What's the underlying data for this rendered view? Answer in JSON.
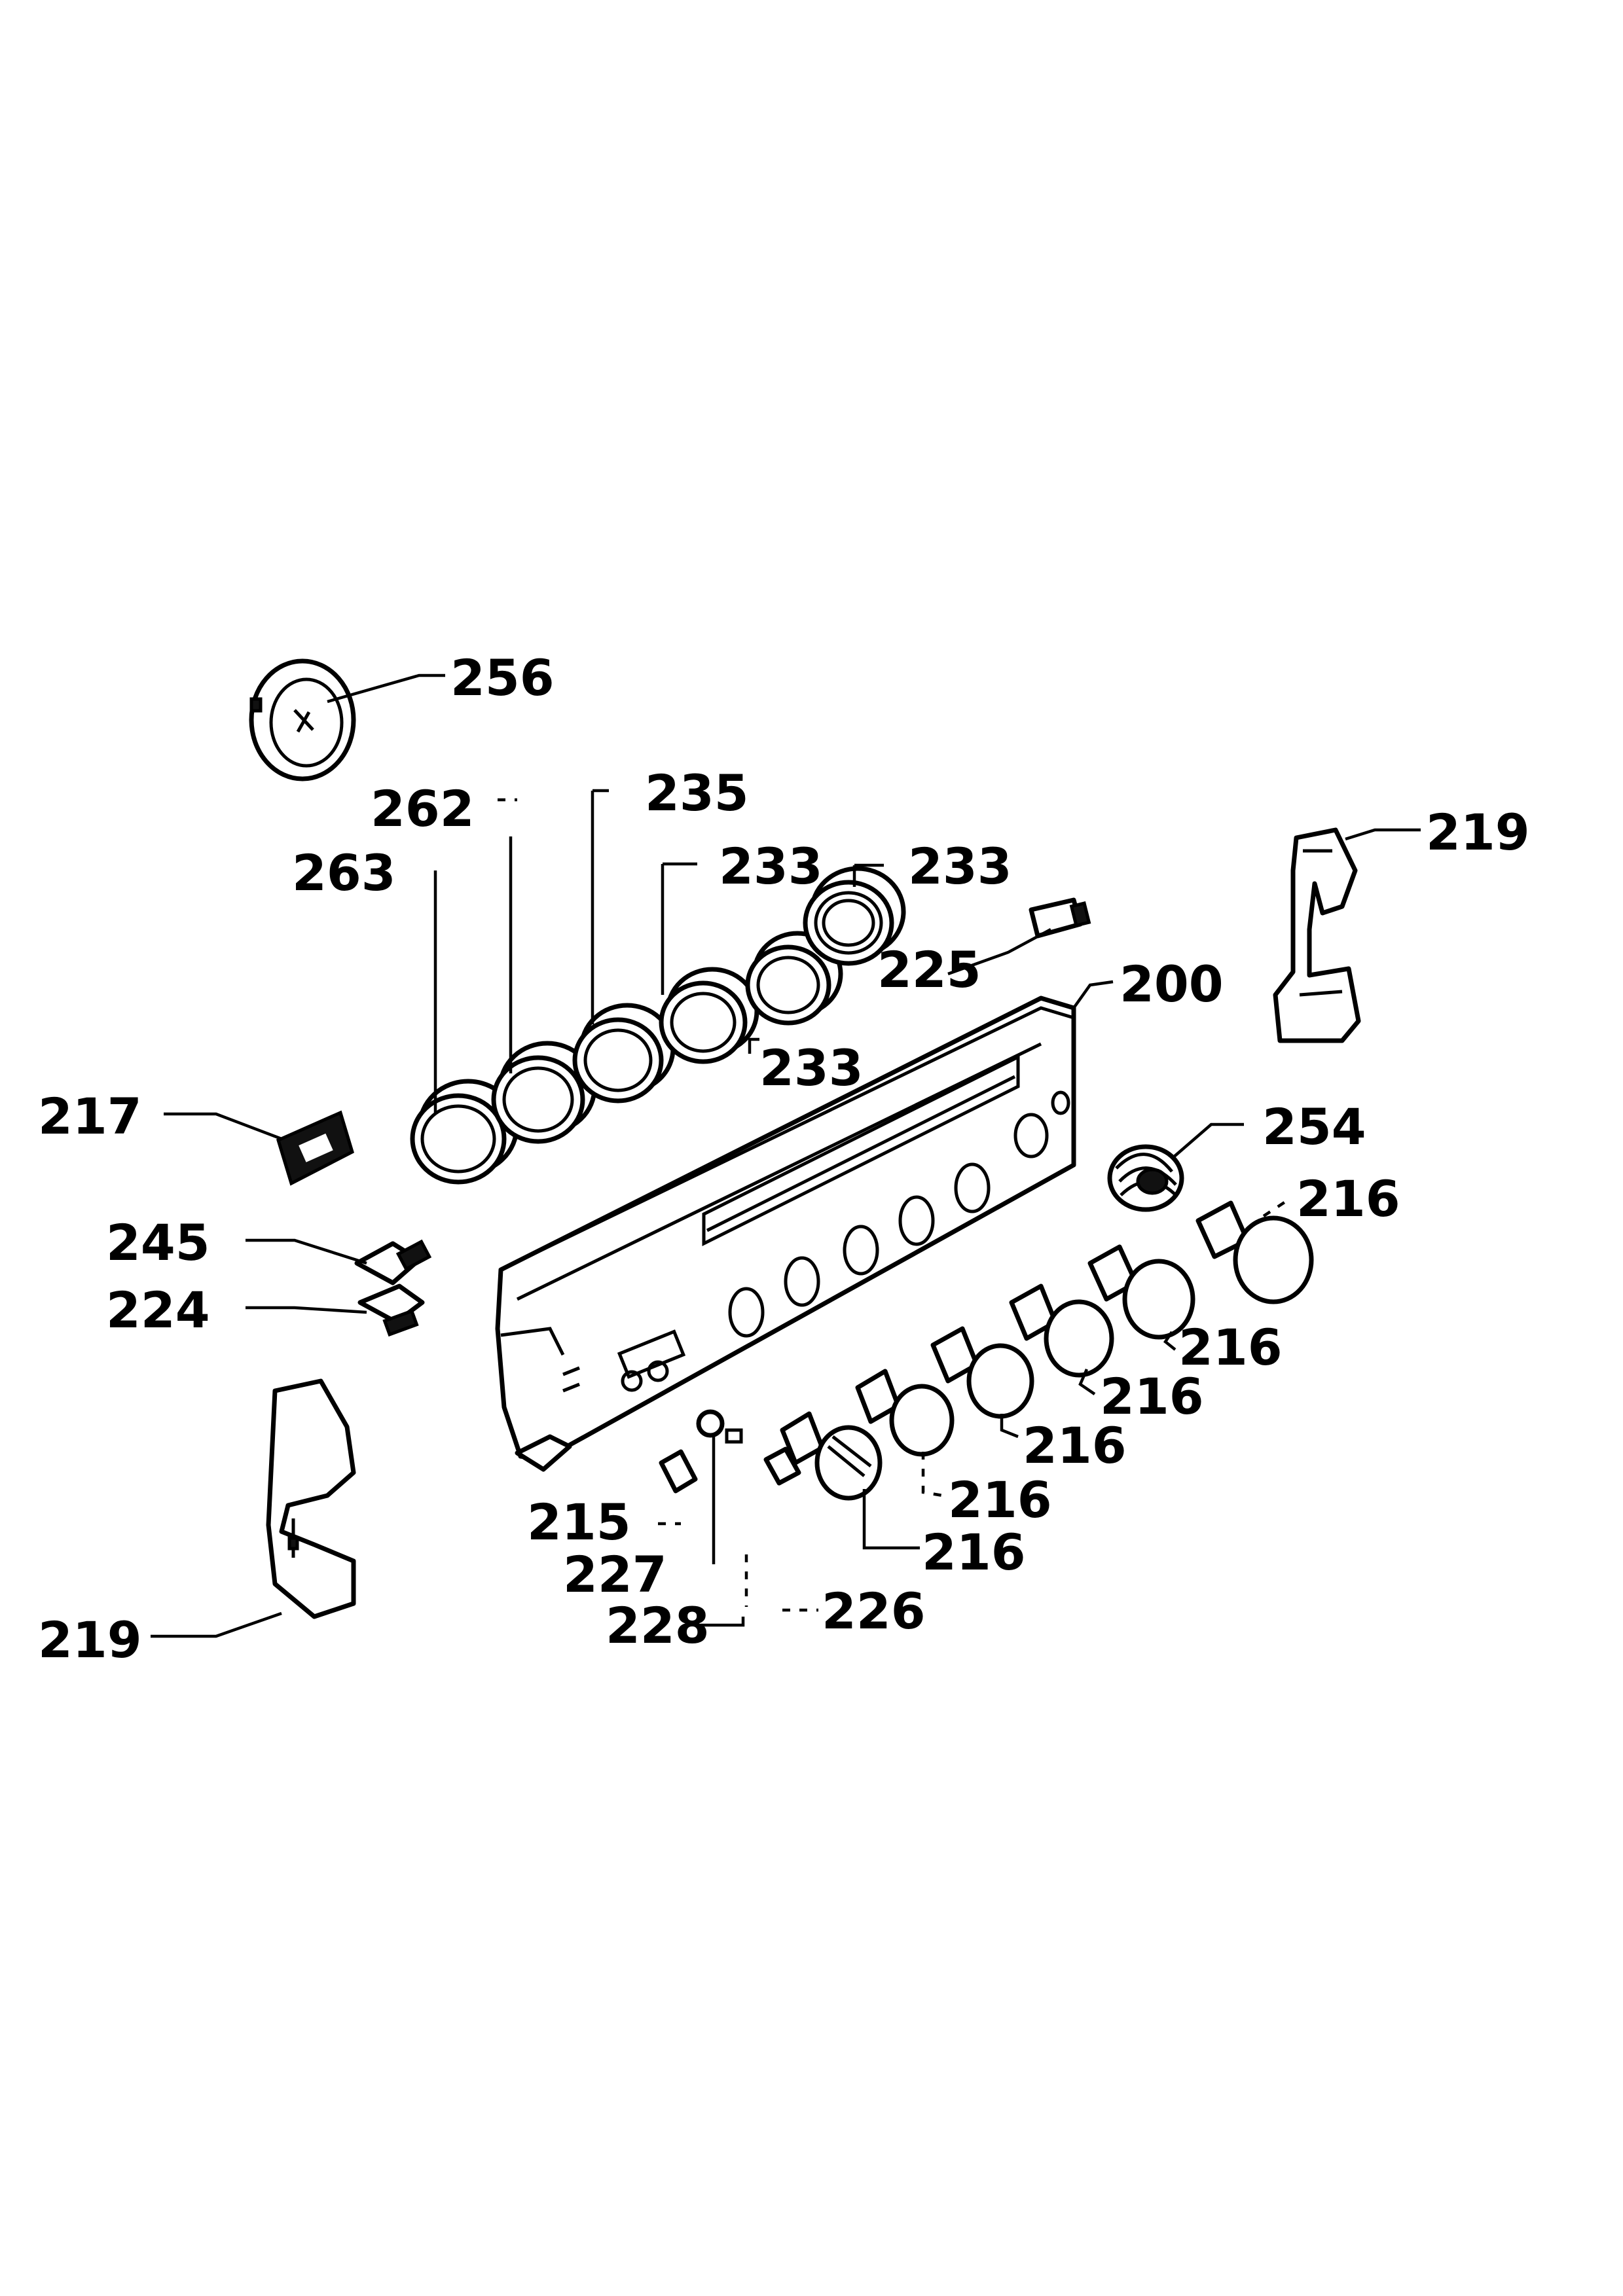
{
  "diagram": {
    "labels": {
      "l256": "256",
      "l262": "262",
      "l235": "235",
      "l263": "263",
      "l233a": "233",
      "l233b": "233",
      "l233c": "233",
      "l219a": "219",
      "l225": "225",
      "l200": "200",
      "l217": "217",
      "l254": "254",
      "l216a": "216",
      "l245": "245",
      "l224": "224",
      "l216b": "216",
      "l216c": "216",
      "l216d": "216",
      "l215": "215",
      "l216e": "216",
      "l227": "227",
      "l216f": "216",
      "l219b": "219",
      "l228": "228",
      "l226": "226"
    }
  }
}
